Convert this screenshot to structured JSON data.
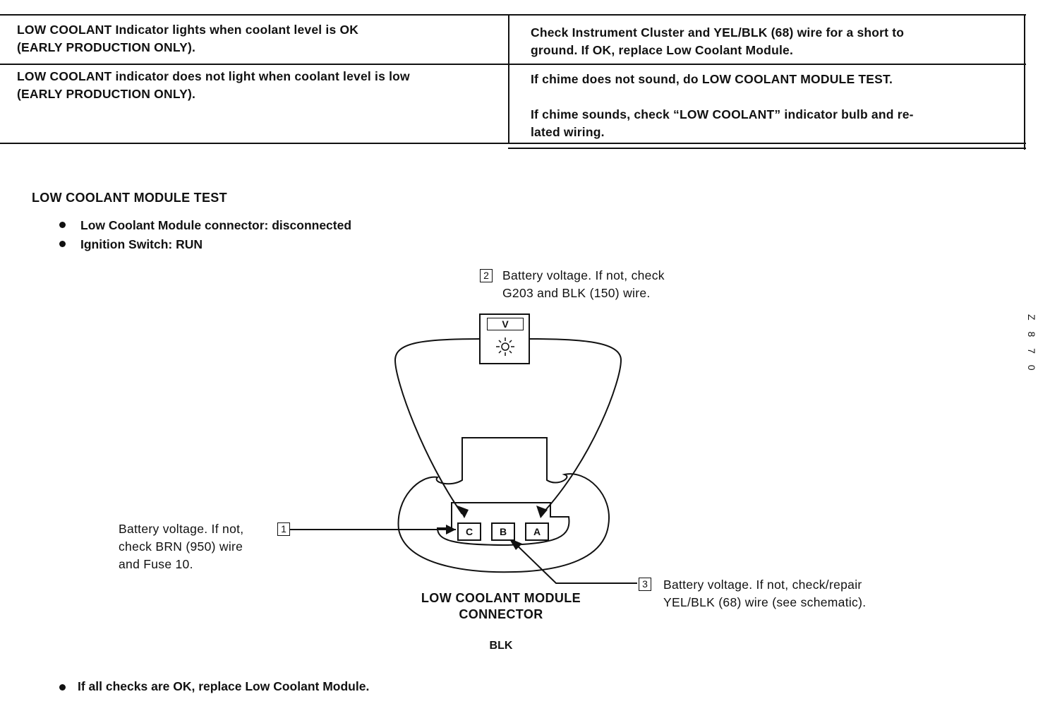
{
  "table": {
    "rows": [
      {
        "symptom": "LOW COOLANT Indicator lights when coolant level is OK\n(EARLY PRODUCTION ONLY).",
        "action": [
          "Check Instrument Cluster and YEL/BLK (68) wire for a short to\nground. If OK, replace Low Coolant Module."
        ]
      },
      {
        "symptom": "LOW COOLANT indicator does not light when coolant level is low\n(EARLY PRODUCTION ONLY).",
        "action": [
          "If chime does not sound, do LOW COOLANT MODULE TEST.",
          "If chime sounds, check “LOW COOLANT” indicator bulb and re-\nlated wiring."
        ]
      }
    ]
  },
  "test": {
    "title": "LOW COOLANT MODULE TEST",
    "conditions": [
      "Low Coolant Module connector: disconnected",
      "Ignition Switch: RUN"
    ]
  },
  "diagram": {
    "meter_label": "V",
    "callouts": [
      {
        "number": "2",
        "text": "Battery voltage. If not, check\nG203 and BLK (150) wire."
      },
      {
        "number": "1",
        "text": "Battery voltage. If not,\ncheck BRN (950) wire\nand Fuse 10."
      },
      {
        "number": "3",
        "text": "Battery voltage. If not, check/repair\nYEL/BLK (68) wire (see schematic)."
      }
    ],
    "pins": [
      "C",
      "B",
      "A"
    ],
    "connector_caption": "LOW COOLANT MODULE\nCONNECTOR",
    "connector_color": "BLK",
    "side_code": "Z 8 7 0"
  },
  "footer": {
    "final_note": "If all checks are OK, replace Low Coolant Module."
  }
}
